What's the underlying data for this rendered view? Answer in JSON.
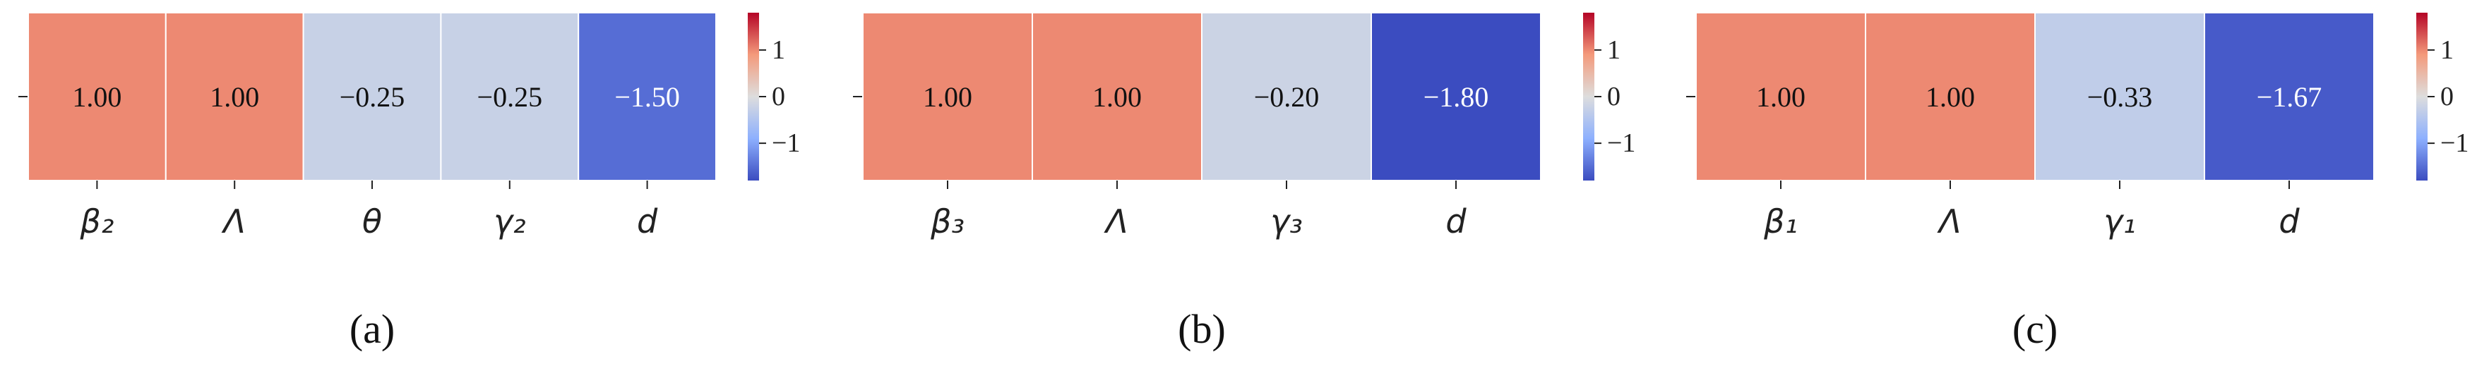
{
  "chart_data": [
    {
      "type": "heatmap",
      "panel_label": "(a)",
      "categories": [
        "β₂",
        "Λ",
        "θ",
        "γ₂",
        "d"
      ],
      "values": [
        1.0,
        1.0,
        -0.25,
        -0.25,
        -1.5
      ],
      "cell_labels": [
        "1.00",
        "1.00",
        "−0.25",
        "−0.25",
        "−1.50"
      ],
      "colorbar": {
        "range": [
          -1.8,
          1.8
        ],
        "ticks": [
          1,
          0,
          -1
        ],
        "tick_labels": [
          "1",
          "0",
          "−1"
        ]
      }
    },
    {
      "type": "heatmap",
      "panel_label": "(b)",
      "categories": [
        "β₃",
        "Λ",
        "γ₃",
        "d"
      ],
      "values": [
        1.0,
        1.0,
        -0.2,
        -1.8
      ],
      "cell_labels": [
        "1.00",
        "1.00",
        "−0.20",
        "−1.80"
      ],
      "colorbar": {
        "range": [
          -1.8,
          1.8
        ],
        "ticks": [
          1,
          0,
          -1
        ],
        "tick_labels": [
          "1",
          "0",
          "−1"
        ]
      }
    },
    {
      "type": "heatmap",
      "panel_label": "(c)",
      "categories": [
        "β₁",
        "Λ",
        "γ₁",
        "d"
      ],
      "values": [
        1.0,
        1.0,
        -0.33,
        -1.67
      ],
      "cell_labels": [
        "1.00",
        "1.00",
        "−0.33",
        "−1.67"
      ],
      "colorbar": {
        "range": [
          -1.8,
          1.8
        ],
        "ticks": [
          1,
          0,
          -1
        ],
        "tick_labels": [
          "1",
          "0",
          "−1"
        ]
      }
    }
  ]
}
